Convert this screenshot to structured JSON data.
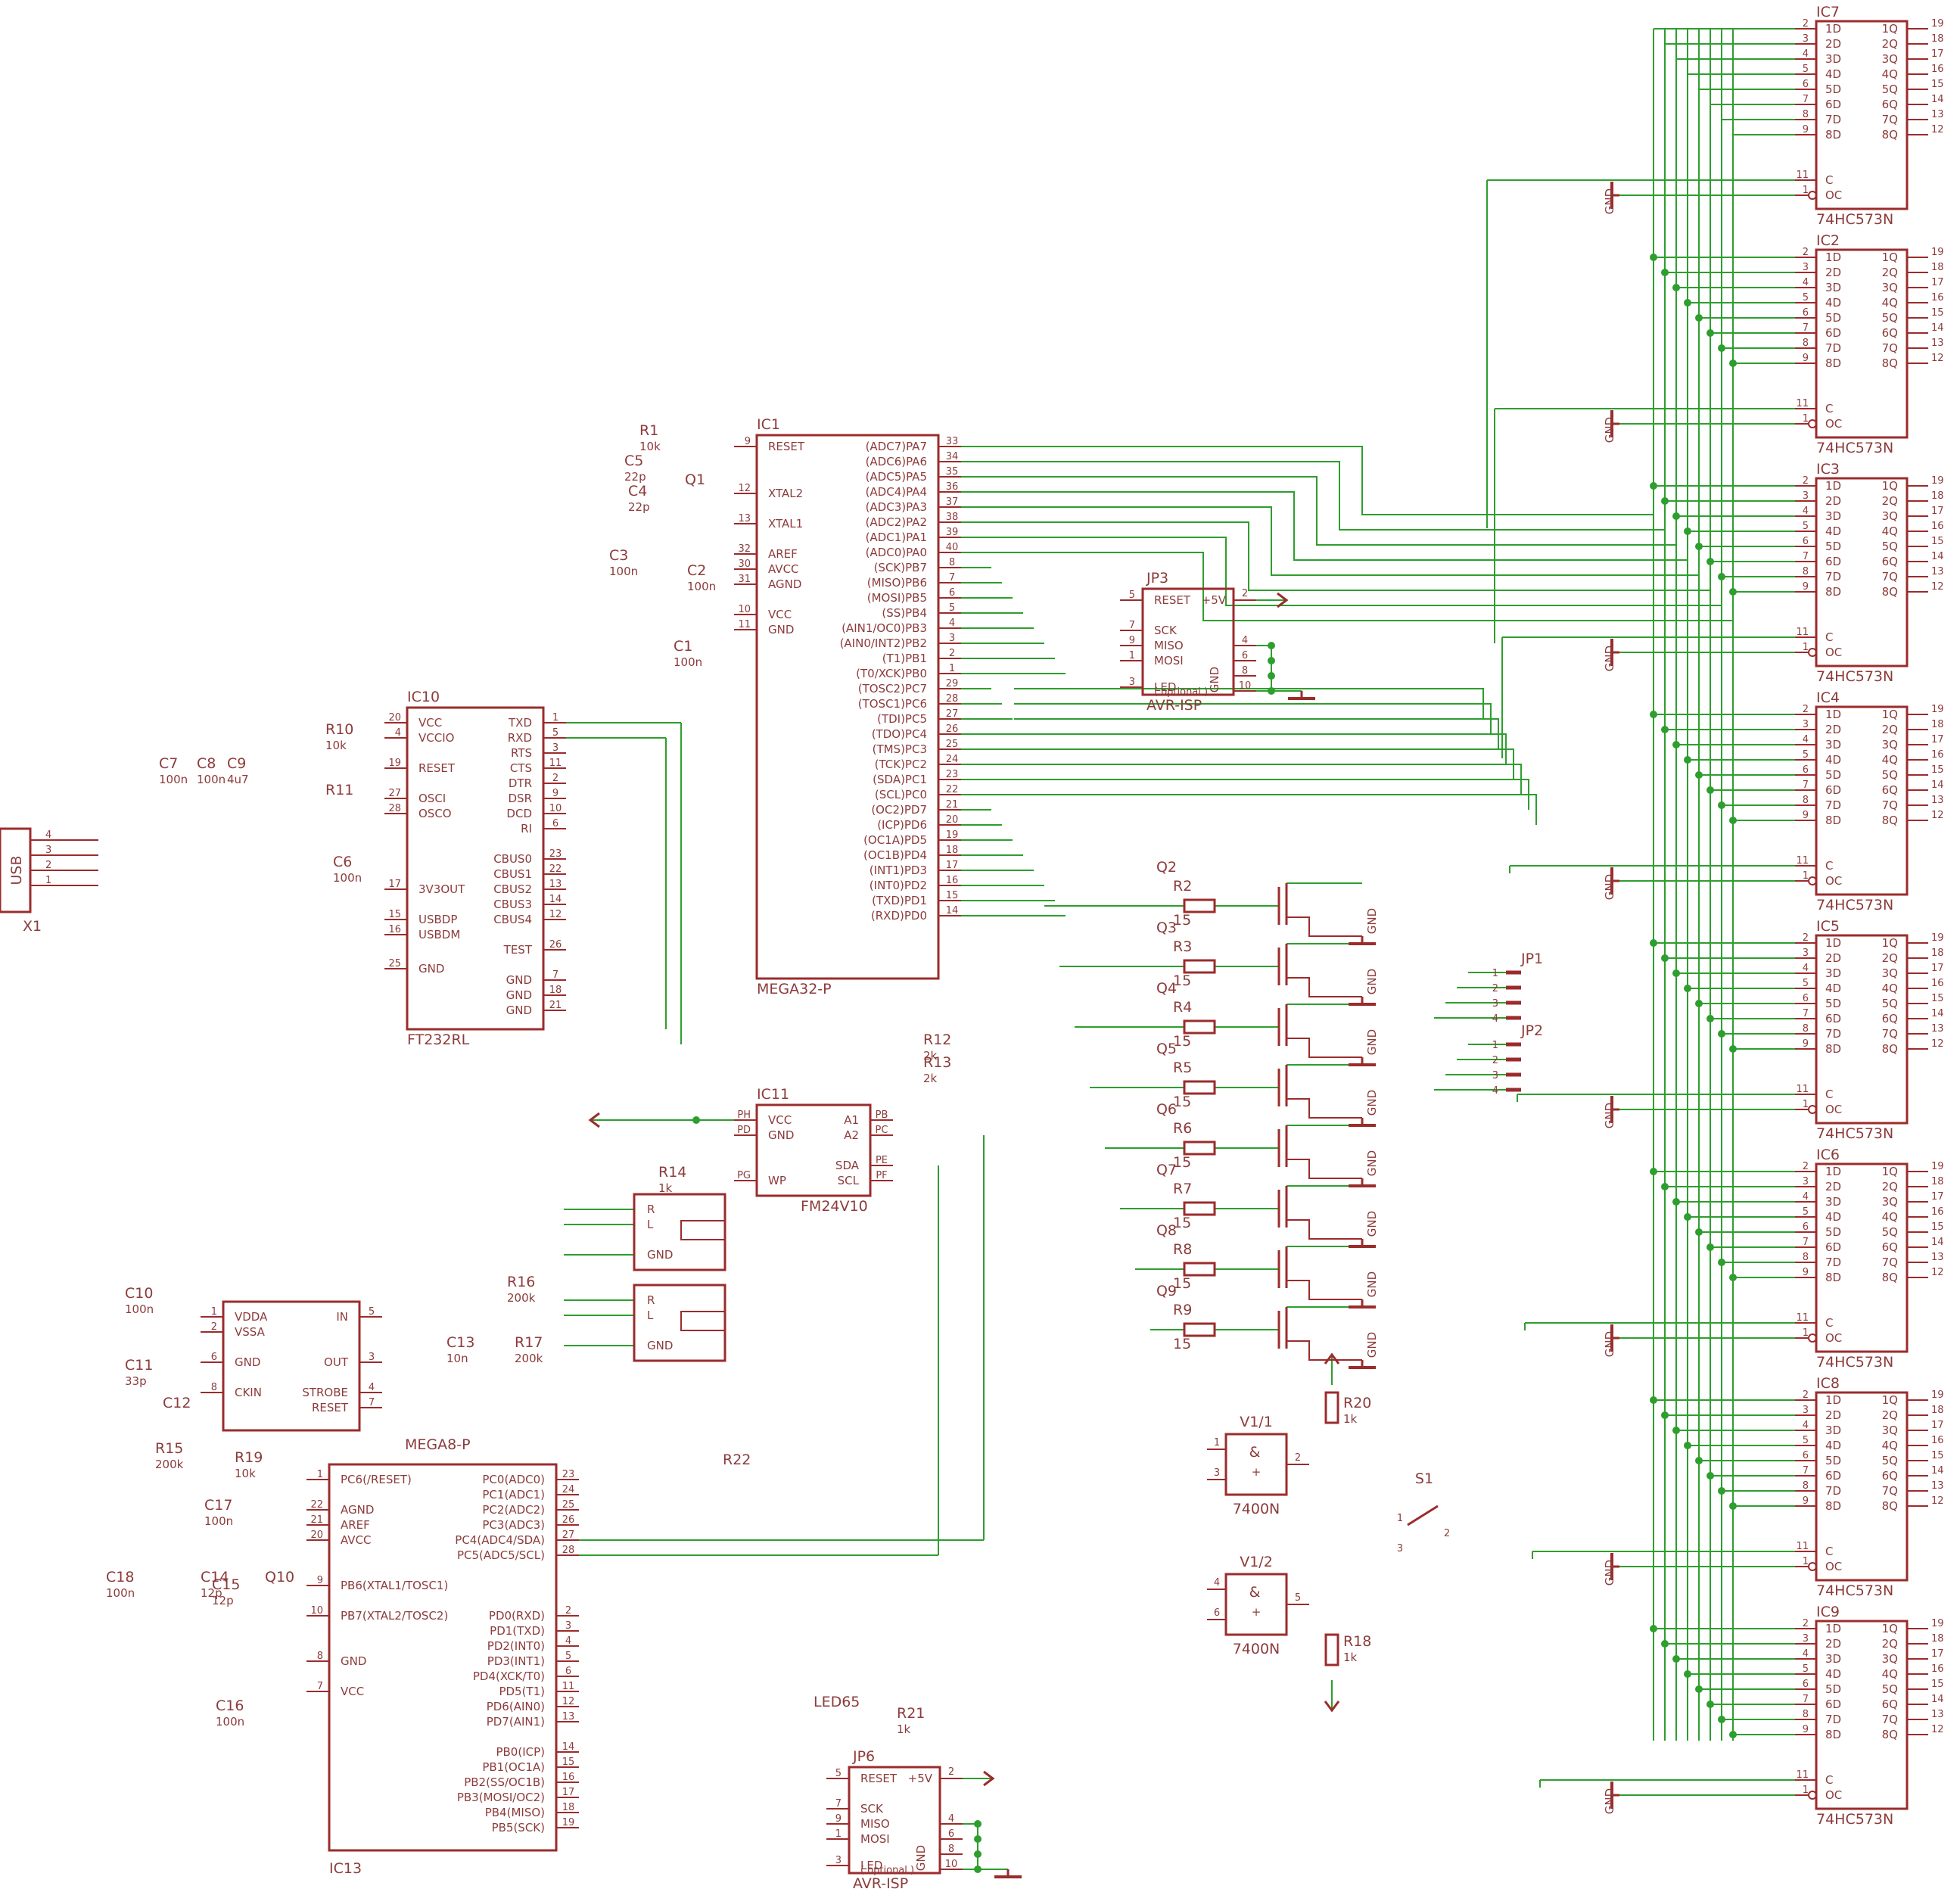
{
  "colors": {
    "wire": "#2e9e2e",
    "part": "#9b2c2c",
    "text": "#8c3b3b",
    "background": "#ffffff"
  },
  "latch": {
    "type": "74HC573N",
    "instances": [
      "IC7",
      "IC2",
      "IC3",
      "IC4",
      "IC5",
      "IC6",
      "IC8",
      "IC9"
    ],
    "inputs": [
      "1D",
      "2D",
      "3D",
      "4D",
      "5D",
      "6D",
      "7D",
      "8D"
    ],
    "outputs": [
      "1Q",
      "2Q",
      "3Q",
      "4Q",
      "5Q",
      "6Q",
      "7Q",
      "8Q"
    ],
    "input_pins": [
      "2",
      "3",
      "4",
      "5",
      "6",
      "7",
      "8",
      "9"
    ],
    "output_pins": [
      "19",
      "18",
      "17",
      "16",
      "15",
      "14",
      "13",
      "12"
    ],
    "c": "C",
    "oc": "OC",
    "c_pin": "11",
    "oc_pin": "1",
    "gnd": "GND"
  },
  "ic1": {
    "name": "IC1",
    "value": "MEGA32-P",
    "left": [
      {
        "p": "9",
        "l": "RESET"
      },
      {
        "p": "12",
        "l": "XTAL2"
      },
      {
        "p": "13",
        "l": "XTAL1"
      },
      {
        "p": "32",
        "l": "AREF"
      },
      {
        "p": "30",
        "l": "AVCC"
      },
      {
        "p": "31",
        "l": "AGND"
      },
      {
        "p": "10",
        "l": "VCC"
      },
      {
        "p": "11",
        "l": "GND"
      }
    ],
    "right": [
      {
        "p": "33",
        "l": "(ADC7)PA7"
      },
      {
        "p": "34",
        "l": "(ADC6)PA6"
      },
      {
        "p": "35",
        "l": "(ADC5)PA5"
      },
      {
        "p": "36",
        "l": "(ADC4)PA4"
      },
      {
        "p": "37",
        "l": "(ADC3)PA3"
      },
      {
        "p": "38",
        "l": "(ADC2)PA2"
      },
      {
        "p": "39",
        "l": "(ADC1)PA1"
      },
      {
        "p": "40",
        "l": "(ADC0)PA0"
      },
      {
        "p": "8",
        "l": "(SCK)PB7"
      },
      {
        "p": "7",
        "l": "(MISO)PB6"
      },
      {
        "p": "6",
        "l": "(MOSI)PB5"
      },
      {
        "p": "5",
        "l": "(SS)PB4"
      },
      {
        "p": "4",
        "l": "(AIN1/OC0)PB3"
      },
      {
        "p": "3",
        "l": "(AIN0/INT2)PB2"
      },
      {
        "p": "2",
        "l": "(T1)PB1"
      },
      {
        "p": "1",
        "l": "(T0/XCK)PB0"
      },
      {
        "p": "29",
        "l": "(TOSC2)PC7"
      },
      {
        "p": "28",
        "l": "(TOSC1)PC6"
      },
      {
        "p": "27",
        "l": "(TDI)PC5"
      },
      {
        "p": "26",
        "l": "(TDO)PC4"
      },
      {
        "p": "25",
        "l": "(TMS)PC3"
      },
      {
        "p": "24",
        "l": "(TCK)PC2"
      },
      {
        "p": "23",
        "l": "(SDA)PC1"
      },
      {
        "p": "22",
        "l": "(SCL)PC0"
      },
      {
        "p": "21",
        "l": "(OC2)PD7"
      },
      {
        "p": "20",
        "l": "(ICP)PD6"
      },
      {
        "p": "19",
        "l": "(OC1A)PD5"
      },
      {
        "p": "18",
        "l": "(OC1B)PD4"
      },
      {
        "p": "17",
        "l": "(INT1)PD3"
      },
      {
        "p": "16",
        "l": "(INT0)PD2"
      },
      {
        "p": "15",
        "l": "(TXD)PD1"
      },
      {
        "p": "14",
        "l": "(RXD)PD0"
      }
    ]
  },
  "ic10": {
    "name": "IC10",
    "value": "FT232RL",
    "left": [
      {
        "p": "20",
        "l": "VCC"
      },
      {
        "p": "4",
        "l": "VCCIO"
      },
      {
        "p": "19",
        "l": "RESET"
      },
      {
        "p": "27",
        "l": "OSCI"
      },
      {
        "p": "28",
        "l": "OSCO"
      },
      {
        "p": "17",
        "l": "3V3OUT"
      },
      {
        "p": "15",
        "l": "USBDP"
      },
      {
        "p": "16",
        "l": "USBDM"
      },
      {
        "p": "25",
        "l": "GND"
      }
    ],
    "right": [
      {
        "p": "1",
        "l": "TXD"
      },
      {
        "p": "5",
        "l": "RXD"
      },
      {
        "p": "3",
        "l": "RTS"
      },
      {
        "p": "11",
        "l": "CTS"
      },
      {
        "p": "2",
        "l": "DTR"
      },
      {
        "p": "9",
        "l": "DSR"
      },
      {
        "p": "10",
        "l": "DCD"
      },
      {
        "p": "6",
        "l": "RI"
      },
      {
        "p": "23",
        "l": "CBUS0"
      },
      {
        "p": "22",
        "l": "CBUS1"
      },
      {
        "p": "13",
        "l": "CBUS2"
      },
      {
        "p": "14",
        "l": "CBUS3"
      },
      {
        "p": "12",
        "l": "CBUS4"
      },
      {
        "p": "26",
        "l": "TEST"
      },
      {
        "p": "7",
        "l": "GND"
      },
      {
        "p": "18",
        "l": "GND"
      },
      {
        "p": "21",
        "l": "GND"
      }
    ]
  },
  "ic11": {
    "name": "IC11",
    "value": "FM24V10",
    "left": [
      {
        "p": "PH",
        "l": "VCC"
      },
      {
        "p": "PD",
        "l": "GND"
      },
      {
        "p": "PG",
        "l": "WP"
      }
    ],
    "right": [
      {
        "p": "PB",
        "l": "A1"
      },
      {
        "p": "PC",
        "l": "A2"
      },
      {
        "p": "PE",
        "l": "SDA"
      },
      {
        "p": "PF",
        "l": "SCL"
      }
    ]
  },
  "ic12": {
    "left": [
      {
        "p": "1",
        "l": "VDDA"
      },
      {
        "p": "2",
        "l": "VSSA"
      },
      {
        "p": "6",
        "l": "GND"
      },
      {
        "p": "8",
        "l": "CKIN"
      }
    ],
    "right": [
      {
        "p": "5",
        "l": "IN"
      },
      {
        "p": "3",
        "l": "OUT"
      },
      {
        "p": "4",
        "l": "STROBE"
      },
      {
        "p": "7",
        "l": "RESET"
      }
    ]
  },
  "ic13": {
    "name": "IC13",
    "value": "MEGA8-P",
    "left": [
      {
        "p": "1",
        "l": "PC6(/RESET)"
      },
      {
        "p": "22",
        "l": "AGND"
      },
      {
        "p": "21",
        "l": "AREF"
      },
      {
        "p": "20",
        "l": "AVCC"
      },
      {
        "p": "9",
        "l": "PB6(XTAL1/TOSC1)"
      },
      {
        "p": "10",
        "l": "PB7(XTAL2/TOSC2)"
      },
      {
        "p": "8",
        "l": "GND"
      },
      {
        "p": "7",
        "l": "VCC"
      }
    ],
    "right": [
      {
        "p": "23",
        "l": "PC0(ADC0)"
      },
      {
        "p": "24",
        "l": "PC1(ADC1)"
      },
      {
        "p": "25",
        "l": "PC2(ADC2)"
      },
      {
        "p": "26",
        "l": "PC3(ADC3)"
      },
      {
        "p": "27",
        "l": "PC4(ADC4/SDA)"
      },
      {
        "p": "28",
        "l": "PC5(ADC5/SCL)"
      },
      {
        "p": "2",
        "l": "PD0(RXD)"
      },
      {
        "p": "3",
        "l": "PD1(TXD)"
      },
      {
        "p": "4",
        "l": "PD2(INT0)"
      },
      {
        "p": "5",
        "l": "PD3(INT1)"
      },
      {
        "p": "6",
        "l": "PD4(XCK/T0)"
      },
      {
        "p": "11",
        "l": "PD5(T1)"
      },
      {
        "p": "12",
        "l": "PD6(AIN0)"
      },
      {
        "p": "13",
        "l": "PD7(AIN1)"
      },
      {
        "p": "14",
        "l": "PB0(ICP)"
      },
      {
        "p": "15",
        "l": "PB1(OC1A)"
      },
      {
        "p": "16",
        "l": "PB2(SS/OC1B)"
      },
      {
        "p": "17",
        "l": "PB3(MOSI/OC2)"
      },
      {
        "p": "18",
        "l": "PB4(MISO)"
      },
      {
        "p": "19",
        "l": "PB5(SCK)"
      }
    ]
  },
  "isp": {
    "names": [
      "JP3",
      "JP6"
    ],
    "value": "AVR-ISP",
    "optional": "( optional )",
    "left": [
      {
        "p": "5",
        "l": "RESET"
      },
      {
        "p": "7",
        "l": "SCK"
      },
      {
        "p": "9",
        "l": "MISO"
      },
      {
        "p": "1",
        "l": "MOSI"
      },
      {
        "p": "3",
        "l": "LED"
      }
    ],
    "plus": "+5V",
    "gnd": "GND",
    "plus_pin": "2",
    "gnd_pins": [
      "4",
      "6",
      "8",
      "10"
    ]
  },
  "jacks": {
    "pins": [
      "R",
      "L",
      "GND"
    ]
  },
  "mosfets": [
    {
      "q": "Q2",
      "r": "R2",
      "v": "15"
    },
    {
      "q": "Q3",
      "r": "R3",
      "v": "15"
    },
    {
      "q": "Q4",
      "r": "R4",
      "v": "15"
    },
    {
      "q": "Q5",
      "r": "R5",
      "v": "15"
    },
    {
      "q": "Q6",
      "r": "R6",
      "v": "15"
    },
    {
      "q": "Q7",
      "r": "R7",
      "v": "15"
    },
    {
      "q": "Q8",
      "r": "R8",
      "v": "15"
    },
    {
      "q": "Q9",
      "r": "R9",
      "v": "15"
    }
  ],
  "gates": [
    {
      "n": "V1/1",
      "t": "7400N",
      "sym": "&",
      "in": [
        "1",
        "3"
      ],
      "out": "2",
      "mark": "+"
    },
    {
      "n": "V1/2",
      "t": "7400N",
      "sym": "&",
      "in": [
        "4",
        "6"
      ],
      "out": "5",
      "mark": "+"
    }
  ],
  "jp1": {
    "n": "JP1",
    "pins": [
      "1",
      "2",
      "3",
      "4"
    ]
  },
  "jp2": {
    "n": "JP2",
    "pins": [
      "1",
      "2",
      "3",
      "4"
    ]
  },
  "switch": {
    "n": "S1",
    "pins": [
      "1",
      "2",
      "3"
    ]
  },
  "usb": {
    "label": "USB",
    "name": "X1",
    "pins": [
      "4",
      "3",
      "2",
      "1"
    ]
  },
  "passives": [
    {
      "n": "R1",
      "v": "10k"
    },
    {
      "n": "C5",
      "v": "22p"
    },
    {
      "n": "C4",
      "v": "22p"
    },
    {
      "n": "Q1",
      "v": ""
    },
    {
      "n": "C3",
      "v": "100n"
    },
    {
      "n": "C2",
      "v": "100n"
    },
    {
      "n": "C1",
      "v": "100n"
    },
    {
      "n": "C7",
      "v": "100n"
    },
    {
      "n": "C8",
      "v": "100n"
    },
    {
      "n": "C9",
      "v": "4u7"
    },
    {
      "n": "R10",
      "v": "10k"
    },
    {
      "n": "R11",
      "v": ""
    },
    {
      "n": "C6",
      "v": "100n"
    },
    {
      "n": "R12",
      "v": "2k"
    },
    {
      "n": "R13",
      "v": "2k"
    },
    {
      "n": "R14",
      "v": "1k"
    },
    {
      "n": "C10",
      "v": "100n"
    },
    {
      "n": "C11",
      "v": "33p"
    },
    {
      "n": "C12",
      "v": ""
    },
    {
      "n": "C13",
      "v": "10n"
    },
    {
      "n": "R16",
      "v": "200k"
    },
    {
      "n": "R17",
      "v": "200k"
    },
    {
      "n": "R15",
      "v": "200k"
    },
    {
      "n": "R19",
      "v": "10k"
    },
    {
      "n": "C17",
      "v": "100n"
    },
    {
      "n": "C18",
      "v": "100n"
    },
    {
      "n": "C14",
      "v": "12p"
    },
    {
      "n": "C15",
      "v": "12p"
    },
    {
      "n": "Q10",
      "v": ""
    },
    {
      "n": "C16",
      "v": "100n"
    },
    {
      "n": "R22",
      "v": ""
    },
    {
      "n": "LED65",
      "v": ""
    },
    {
      "n": "R21",
      "v": "1k"
    },
    {
      "n": "R20",
      "v": "1k"
    },
    {
      "n": "R18",
      "v": "1k"
    }
  ],
  "net": {
    "vcc": "VCC",
    "gnd": "GND"
  }
}
